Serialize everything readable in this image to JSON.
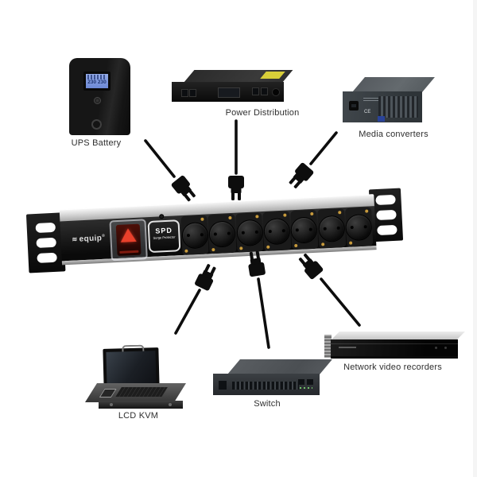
{
  "scene": {
    "background": "#ffffff"
  },
  "pdu": {
    "brand": "equip",
    "brand_reg": "®",
    "spd_title": "SPD",
    "spd_subtitle": "Surge Protector",
    "outlet_count": 7,
    "ear_hole_count": 3,
    "colors": {
      "switch_red": "#e8402b",
      "rail_silver": "#d6d6d6",
      "body_black": "#111111",
      "screw_gold": "#c79a3c"
    }
  },
  "ups": {
    "display_value": "230 230"
  },
  "media_converter": {
    "ce_mark": "CE"
  },
  "labels": {
    "ups": "UPS Battery",
    "power_distribution": "Power Distribution",
    "media_converters": "Media converters",
    "lcd_kvm": "LCD KVM",
    "switch": "Switch",
    "nvr": "Network video recorders"
  },
  "plugs": {
    "count": 6,
    "icon": "power-plug-icon",
    "color": "#0d0d0d"
  }
}
